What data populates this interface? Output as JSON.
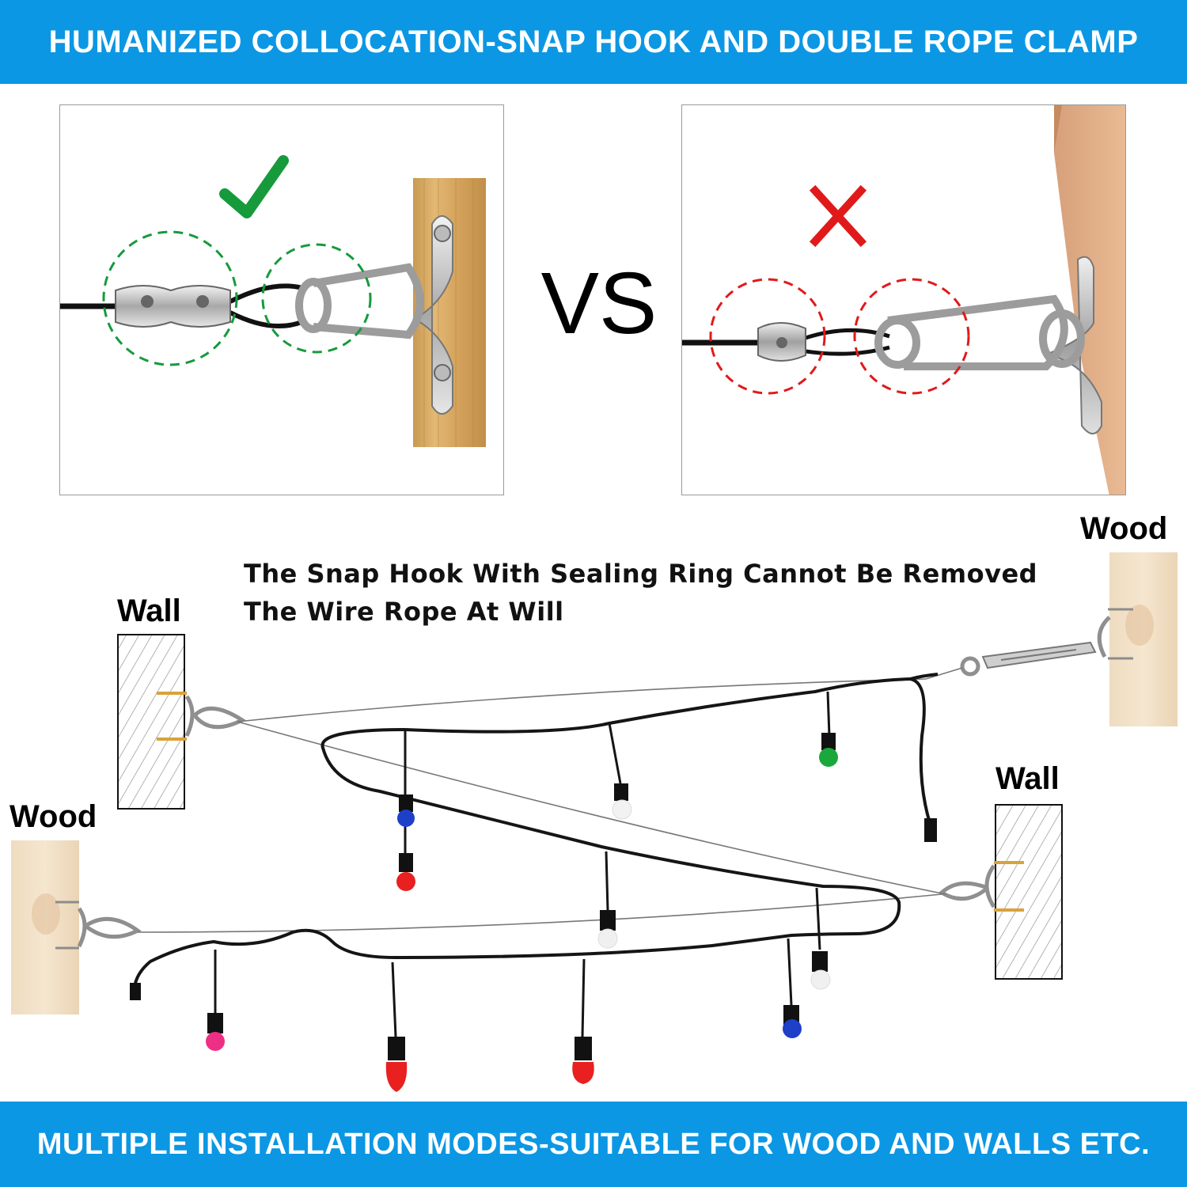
{
  "header": {
    "title": "HUMANIZED COLLOCATION-SNAP HOOK AND DOUBLE ROPE CLAMP"
  },
  "comparison": {
    "vs": "VS"
  },
  "diagram": {
    "note_line1": "The Snap Hook With  Sealing Ring Cannot Be Removed",
    "note_line2": "The Wire Rope At Will",
    "labels": {
      "wood_top_right": "Wood",
      "wall_top_left": "Wall",
      "wood_bottom_left": "Wood",
      "wall_bottom_right": "Wall"
    }
  },
  "footer": {
    "title": "MULTIPLE INSTALLATION MODES-SUITABLE FOR WOOD AND WALLS ETC."
  },
  "colors": {
    "banner": "#0b97e4",
    "good_mark": "#169a3c",
    "bad_mark": "#e01a1a",
    "bulbs": [
      "#1aa83c",
      "#f2f2f2",
      "#1e3fc8",
      "#e82020",
      "#f0f0f0",
      "#ee2f86",
      "#e82020",
      "#e82020",
      "#f0f0f0",
      "#1e3fc8"
    ]
  }
}
